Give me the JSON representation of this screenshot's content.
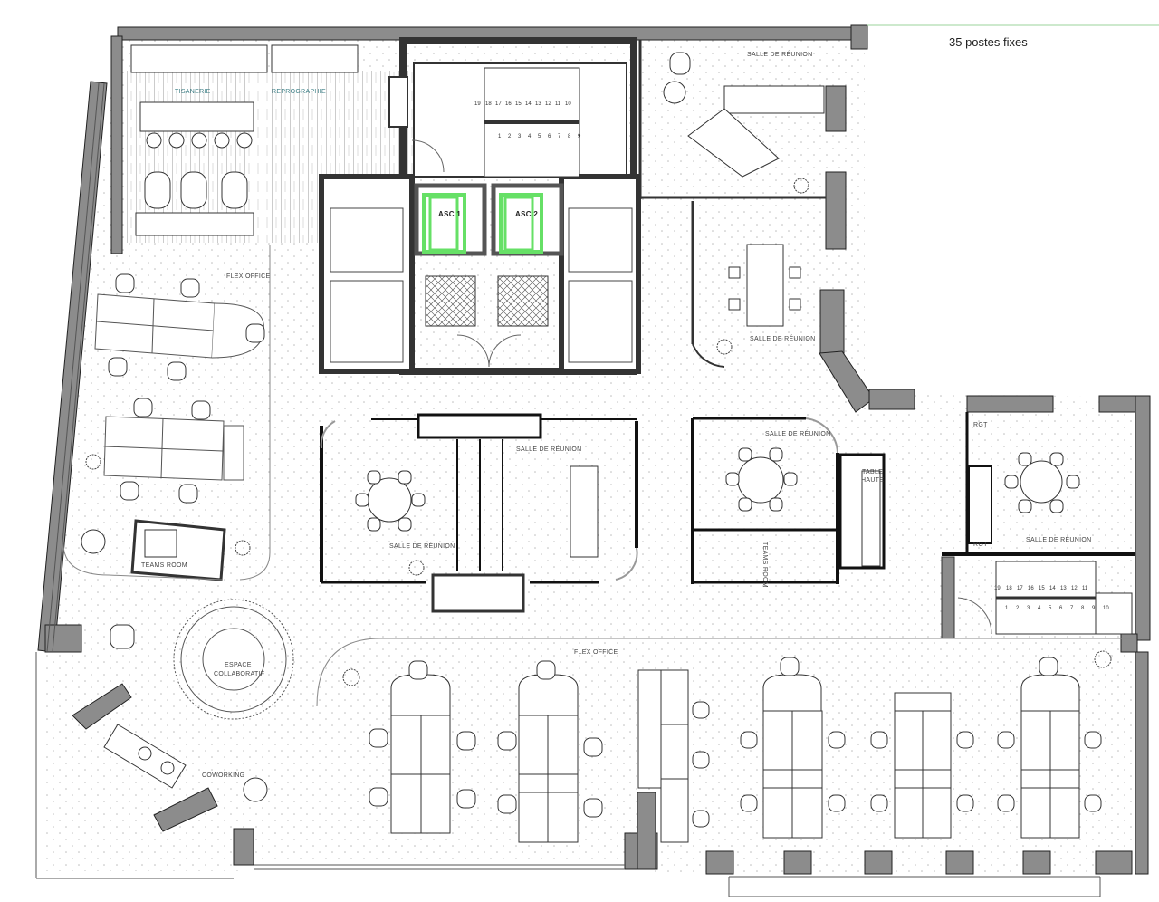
{
  "plan": {
    "note": "35 postes fixes",
    "rooms": {
      "tisanerie": "TISANERIE",
      "reprographie": "REPROGRAPHIE",
      "salle_reunion_ne": "SALLE DE RÉUNION",
      "salle_reunion_e": "SALLE DE RÉUNION",
      "salle_reunion_center_left": "SALLE DE RÉUNION",
      "salle_reunion_center_right": "SALLE DE RÉUNION",
      "salle_reunion_mid": "SALLE DE RÉUNION",
      "salle_reunion_far_right": "SALLE DE RÉUNION",
      "flex_office_west": "FLEX OFFICE",
      "flex_office_south": "FLEX OFFICE",
      "teams_room": "TEAMS ROOM",
      "team_room_vertical": "TEAMS ROOM",
      "espace_collaboratif_1": "ESPACE",
      "espace_collaboratif_2": "COLLABORATIF",
      "coworking": "COWORKING",
      "table_haute_1": "TABLE",
      "table_haute_2": "HAUTE",
      "rgt_top": "RGT",
      "rgt_bottom": "RGT"
    },
    "elevators": [
      {
        "label": "ASC 1"
      },
      {
        "label": "ASC 2"
      }
    ],
    "stairs_main": {
      "upper": [
        "19",
        "18",
        "17",
        "16",
        "15",
        "14",
        "13",
        "12",
        "11",
        "10"
      ],
      "lower": [
        "1",
        "2",
        "3",
        "4",
        "5",
        "6",
        "7",
        "8",
        "9"
      ]
    },
    "stairs_secondary": {
      "upper": [
        "19",
        "18",
        "17",
        "16",
        "15",
        "14",
        "13",
        "12",
        "11"
      ],
      "lower": [
        "1",
        "2",
        "3",
        "4",
        "5",
        "6",
        "7",
        "8",
        "9",
        "10"
      ]
    },
    "colors": {
      "wall": "#8c8c8c",
      "wall_dark": "#333333",
      "line": "#222222",
      "elevator_highlight": "#66e066",
      "floor_dot": "#c8c8c8",
      "label": "#444444"
    }
  }
}
